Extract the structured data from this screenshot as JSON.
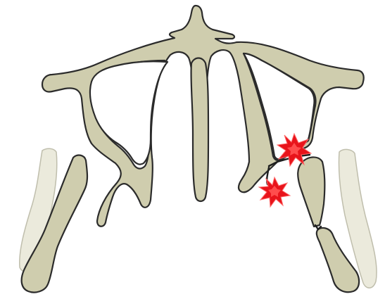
{
  "colors": {
    "background": "#ffffff",
    "bone_fill": "#cfcdae",
    "bone_stroke": "#2b2b2b",
    "ghost_fill": "#e9e8d9",
    "ghost_stroke": "#b9b7a4",
    "fracture_burst": "#e8141b",
    "fracture_burst_edge": "#ff6a6a"
  },
  "diagram": {
    "subject": "bone-structure-illustration",
    "fracture_markers": [
      {
        "name": "fracture-burst-upper",
        "icon": "red-starburst-icon"
      },
      {
        "name": "fracture-burst-lower",
        "icon": "red-starburst-icon"
      }
    ]
  }
}
